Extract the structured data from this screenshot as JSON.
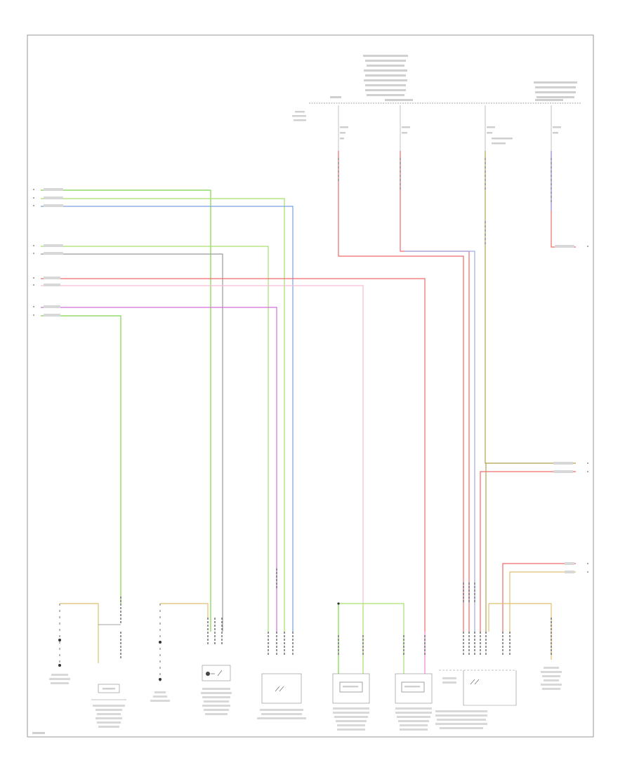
{
  "diagram": {
    "footer_code": "",
    "header_blocks": [
      {
        "id": "control-module-top",
        "text": ""
      },
      {
        "id": "control-module-right",
        "text": ""
      },
      {
        "id": "fuse-label",
        "text": ""
      }
    ],
    "left_wire_labels": [
      {
        "id": "wl-1",
        "text": ""
      },
      {
        "id": "wl-2",
        "text": ""
      },
      {
        "id": "wl-3",
        "text": ""
      },
      {
        "id": "wl-4",
        "text": ""
      },
      {
        "id": "wl-5",
        "text": ""
      },
      {
        "id": "wl-6",
        "text": ""
      },
      {
        "id": "wl-7",
        "text": ""
      },
      {
        "id": "wl-8",
        "text": ""
      },
      {
        "id": "wl-9",
        "text": ""
      }
    ],
    "right_wire_labels": [
      {
        "id": "wr-1",
        "text": ""
      },
      {
        "id": "wr-2",
        "text": ""
      },
      {
        "id": "wr-3",
        "text": ""
      },
      {
        "id": "wr-4",
        "text": ""
      },
      {
        "id": "wr-5",
        "text": ""
      }
    ],
    "components": [
      {
        "id": "ground-1",
        "text": ""
      },
      {
        "id": "module-1",
        "text": ""
      },
      {
        "id": "ground-2",
        "text": ""
      },
      {
        "id": "sensor-1",
        "text": ""
      },
      {
        "id": "module-2",
        "text": ""
      },
      {
        "id": "sensor-2",
        "text": ""
      },
      {
        "id": "sensor-3",
        "text": ""
      },
      {
        "id": "module-3",
        "text": ""
      },
      {
        "id": "ground-3",
        "text": ""
      }
    ],
    "wire_colors": {
      "green": "#7fd44b",
      "dark_green": "#5aa832",
      "light_green": "#a8e06a",
      "blue": "#7b9fe0",
      "gray": "#9a9a9a",
      "red": "#f06a6a",
      "pink": "#f080e0",
      "violet": "#d070d8",
      "light_pink": "#f6bcd8",
      "orange_tan": "#c8a85a",
      "olive": "#b0a050",
      "light_blue": "#8a9ae8",
      "yellow_tan": "#e0c070"
    }
  }
}
